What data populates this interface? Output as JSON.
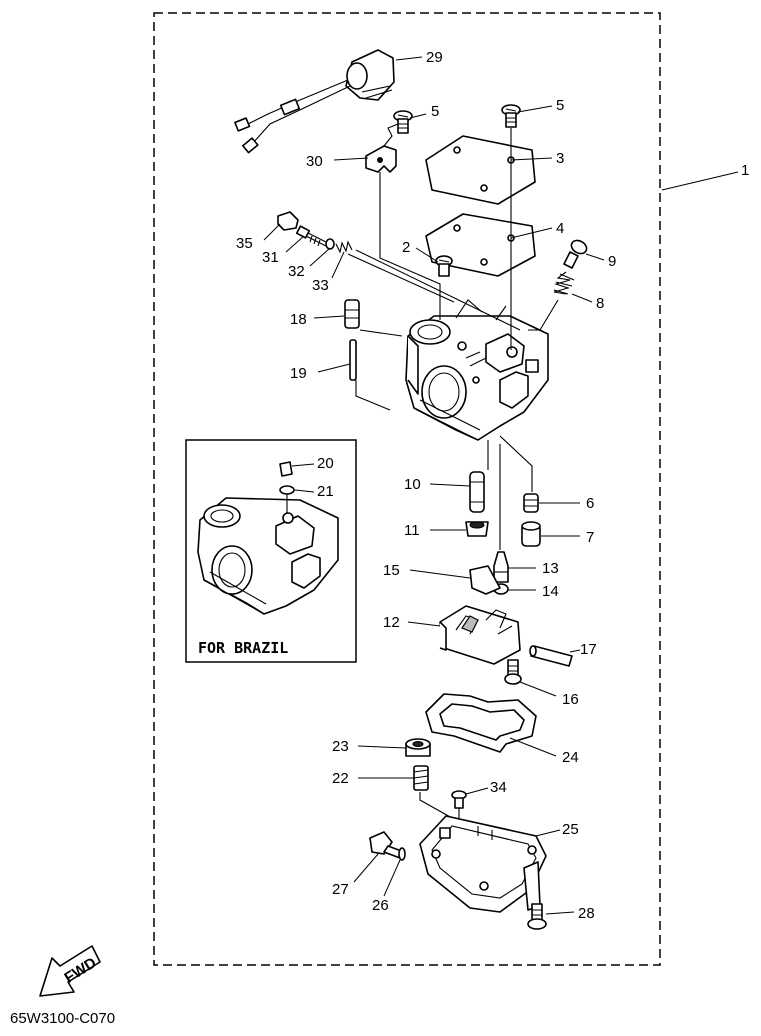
{
  "figure_code": "65W3100-C070",
  "inset_label": "FOR BRAZIL",
  "fwd_label": "FWD",
  "callouts": {
    "c1": "1",
    "c2": "2",
    "c3": "3",
    "c4": "4",
    "c5a": "5",
    "c5b": "5",
    "c6": "6",
    "c7": "7",
    "c8": "8",
    "c9": "9",
    "c10": "10",
    "c11": "11",
    "c12": "12",
    "c13": "13",
    "c14": "14",
    "c15": "15",
    "c16": "16",
    "c17": "17",
    "c18": "18",
    "c19": "19",
    "c20": "20",
    "c21": "21",
    "c22": "22",
    "c23": "23",
    "c24": "24",
    "c25": "25",
    "c26": "26",
    "c27": "27",
    "c28": "28",
    "c29": "29",
    "c30": "30",
    "c31": "31",
    "c32": "32",
    "c33": "33",
    "c34": "34",
    "c35": "35"
  }
}
